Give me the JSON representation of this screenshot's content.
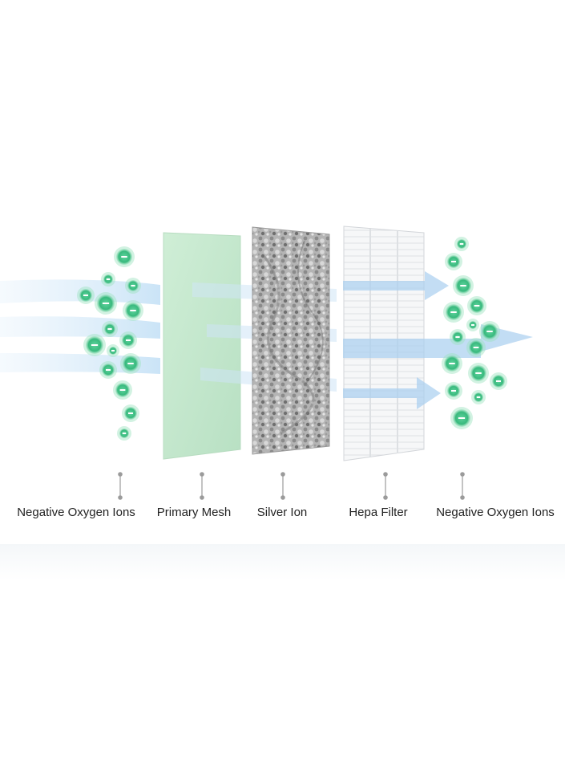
{
  "labels": {
    "ions_left": "Negative Oxygen Ions",
    "primary_mesh": "Primary Mesh",
    "silver_ion": "Silver Ion",
    "hepa_filter": "Hepa Filter",
    "ions_right": "Negative Oxygen Ions"
  },
  "colors": {
    "ion_green": "#3fbf85",
    "primary_mesh": "#c6e8cf",
    "silver_ion": "#a9a9a9",
    "hepa_filter": "#f4f5f6",
    "airflow_blue": "#a9cff0"
  },
  "icons": {
    "ion": "minus-sign-bubble",
    "airflow": "arrow-right"
  }
}
